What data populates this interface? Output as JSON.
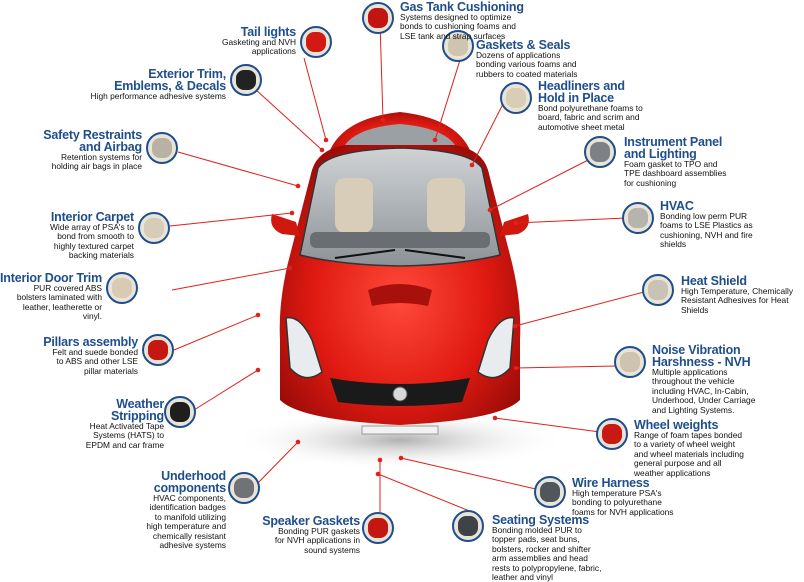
{
  "colors": {
    "title": "#1f4e8c",
    "line": "#e0201b",
    "car": "#e01a12",
    "ring": "#1f4e8c"
  },
  "callouts": {
    "gas_tank": {
      "title": "Gas Tank Cushioning",
      "desc": "Systems designed to optimize\nbonds to cushioning foams and\nLSE tank and strap surfaces",
      "icon": "gas-tank-foam-icon"
    },
    "tail_lights": {
      "title": "Tail lights",
      "desc": "Gasketing  and NVH\napplications",
      "icon": "tail-light-icon"
    },
    "gaskets": {
      "title": "Gaskets & Seals",
      "desc": "Dozens of applications\nbonding various foams and\nrubbers to coated materials",
      "icon": "gasket-icon"
    },
    "exterior_trim": {
      "title": "Exterior Trim,\nEmblems, & Decals",
      "desc": "High performance adhesive systems",
      "icon": "emblem-icon"
    },
    "headliners": {
      "title": "Headliners and\nHold in Place",
      "desc": "Bond polyurethane foams to\nboard, fabric and scrim and\nautomotive sheet metal",
      "icon": "headliner-icon"
    },
    "safety": {
      "title": "Safety Restraints\nand Airbag",
      "desc": "Retention systems for\nholding air bags in place",
      "icon": "airbag-icon"
    },
    "instrument": {
      "title": "Instrument Panel\nand Lighting",
      "desc": "Foam gasket to TPO and\nTPE dashboard assemblies\nfor cushioning",
      "icon": "dashboard-icon"
    },
    "carpet": {
      "title": "Interior Carpet",
      "desc": "Wide array of PSA's to\nbond from smooth to\nhighly textured carpet\nbacking materials",
      "icon": "carpet-icon"
    },
    "hvac": {
      "title": "HVAC",
      "desc": "Bonding low perm PUR\nfoams to LSE Plastics as\ncushioning, NVH and fire\nshields",
      "icon": "hvac-icon"
    },
    "door_trim": {
      "title": "Interior Door Trim",
      "desc": "PUR covered ABS\nbolsters laminated with\nleather, leatherette or\nvinyl.",
      "icon": "door-trim-icon"
    },
    "heat_shield": {
      "title": "Heat Shield",
      "desc": "High Temperature, Chemically\nResistant Adhesives for Heat\nShields",
      "icon": "heat-shield-icon"
    },
    "pillars": {
      "title": "Pillars assembly",
      "desc": "Felt and suede bonded\nto ABS and other LSE\npillar materials",
      "icon": "pillar-icon"
    },
    "nvh": {
      "title": "Noise Vibration\nHarshness - NVH",
      "desc": "Multiple applications\nthroughout the vehicle\nincluding HVAC, In-Cabin,\nUnderhood, Under Carriage\nand Lighting Systems.",
      "icon": "nvh-foam-icon"
    },
    "weather": {
      "title": "Weather\nStripping",
      "desc": "Heat Activated Tape\nSystems (HATS) to\nEPDM and car frame",
      "icon": "weather-strip-icon"
    },
    "wheel": {
      "title": "Wheel weights",
      "desc": "Range of foam tapes bonded\nto a variety of wheel weight\nand wheel materials including\ngeneral purpose and all\nweather applications",
      "icon": "wheel-weight-icon"
    },
    "underhood": {
      "title": "Underhood\ncomponents",
      "desc": "HVAC components,\nidentification badges\nto manifold utilizing\nhigh temperature and\nchemically resistant\nadhesive systems",
      "icon": "engine-icon"
    },
    "wire": {
      "title": "Wire Harness",
      "desc": "High temperature PSA's\nbonding to polyurethane\nfoams for NVH applications",
      "icon": "wire-harness-icon"
    },
    "speaker": {
      "title": "Speaker Gaskets",
      "desc": "Bonding PUR gaskets\nfor NVH applications in\nsound systems",
      "icon": "speaker-gasket-icon"
    },
    "seating": {
      "title": "Seating Systems",
      "desc": "Bonding molded PUR to\ntopper pads, seat buns,\nbolsters,  rocker and shifter\narm assemblies and head\nrests to polypropylene, fabric,\nleather and vinyl",
      "icon": "seat-icon"
    }
  }
}
